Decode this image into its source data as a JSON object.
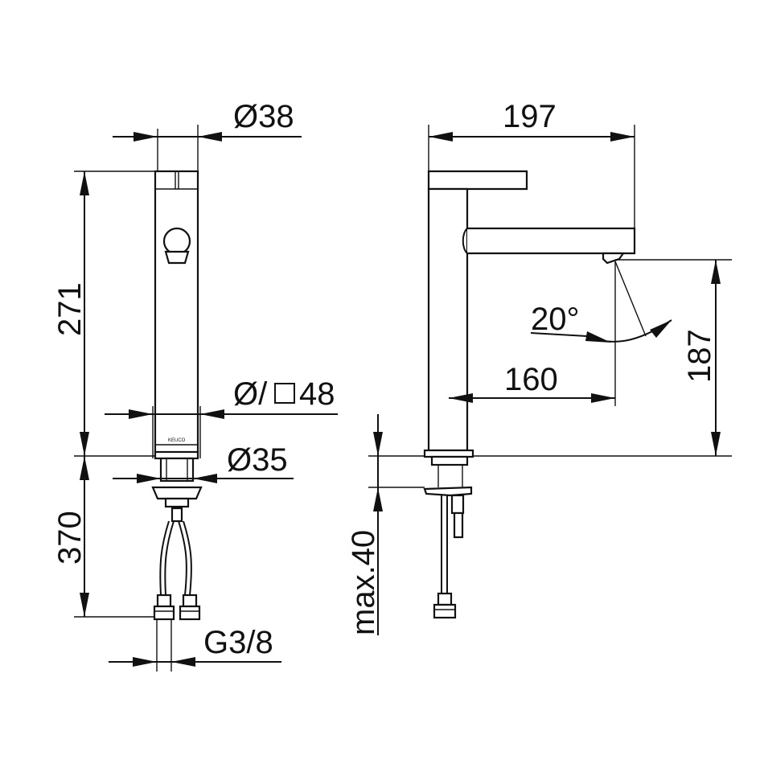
{
  "dimensions": {
    "front_spout_diameter": "Ø38",
    "front_height": "271",
    "front_base": "Ø/",
    "front_base_value": "48",
    "front_shank": "Ø35",
    "front_hose_length": "370",
    "front_connection": "G3/8",
    "side_reach": "197",
    "side_angle": "20°",
    "side_spout_reach": "160",
    "side_spout_height": "187",
    "side_counter_thickness": "max.40"
  },
  "brand_mark": "KEUCO"
}
